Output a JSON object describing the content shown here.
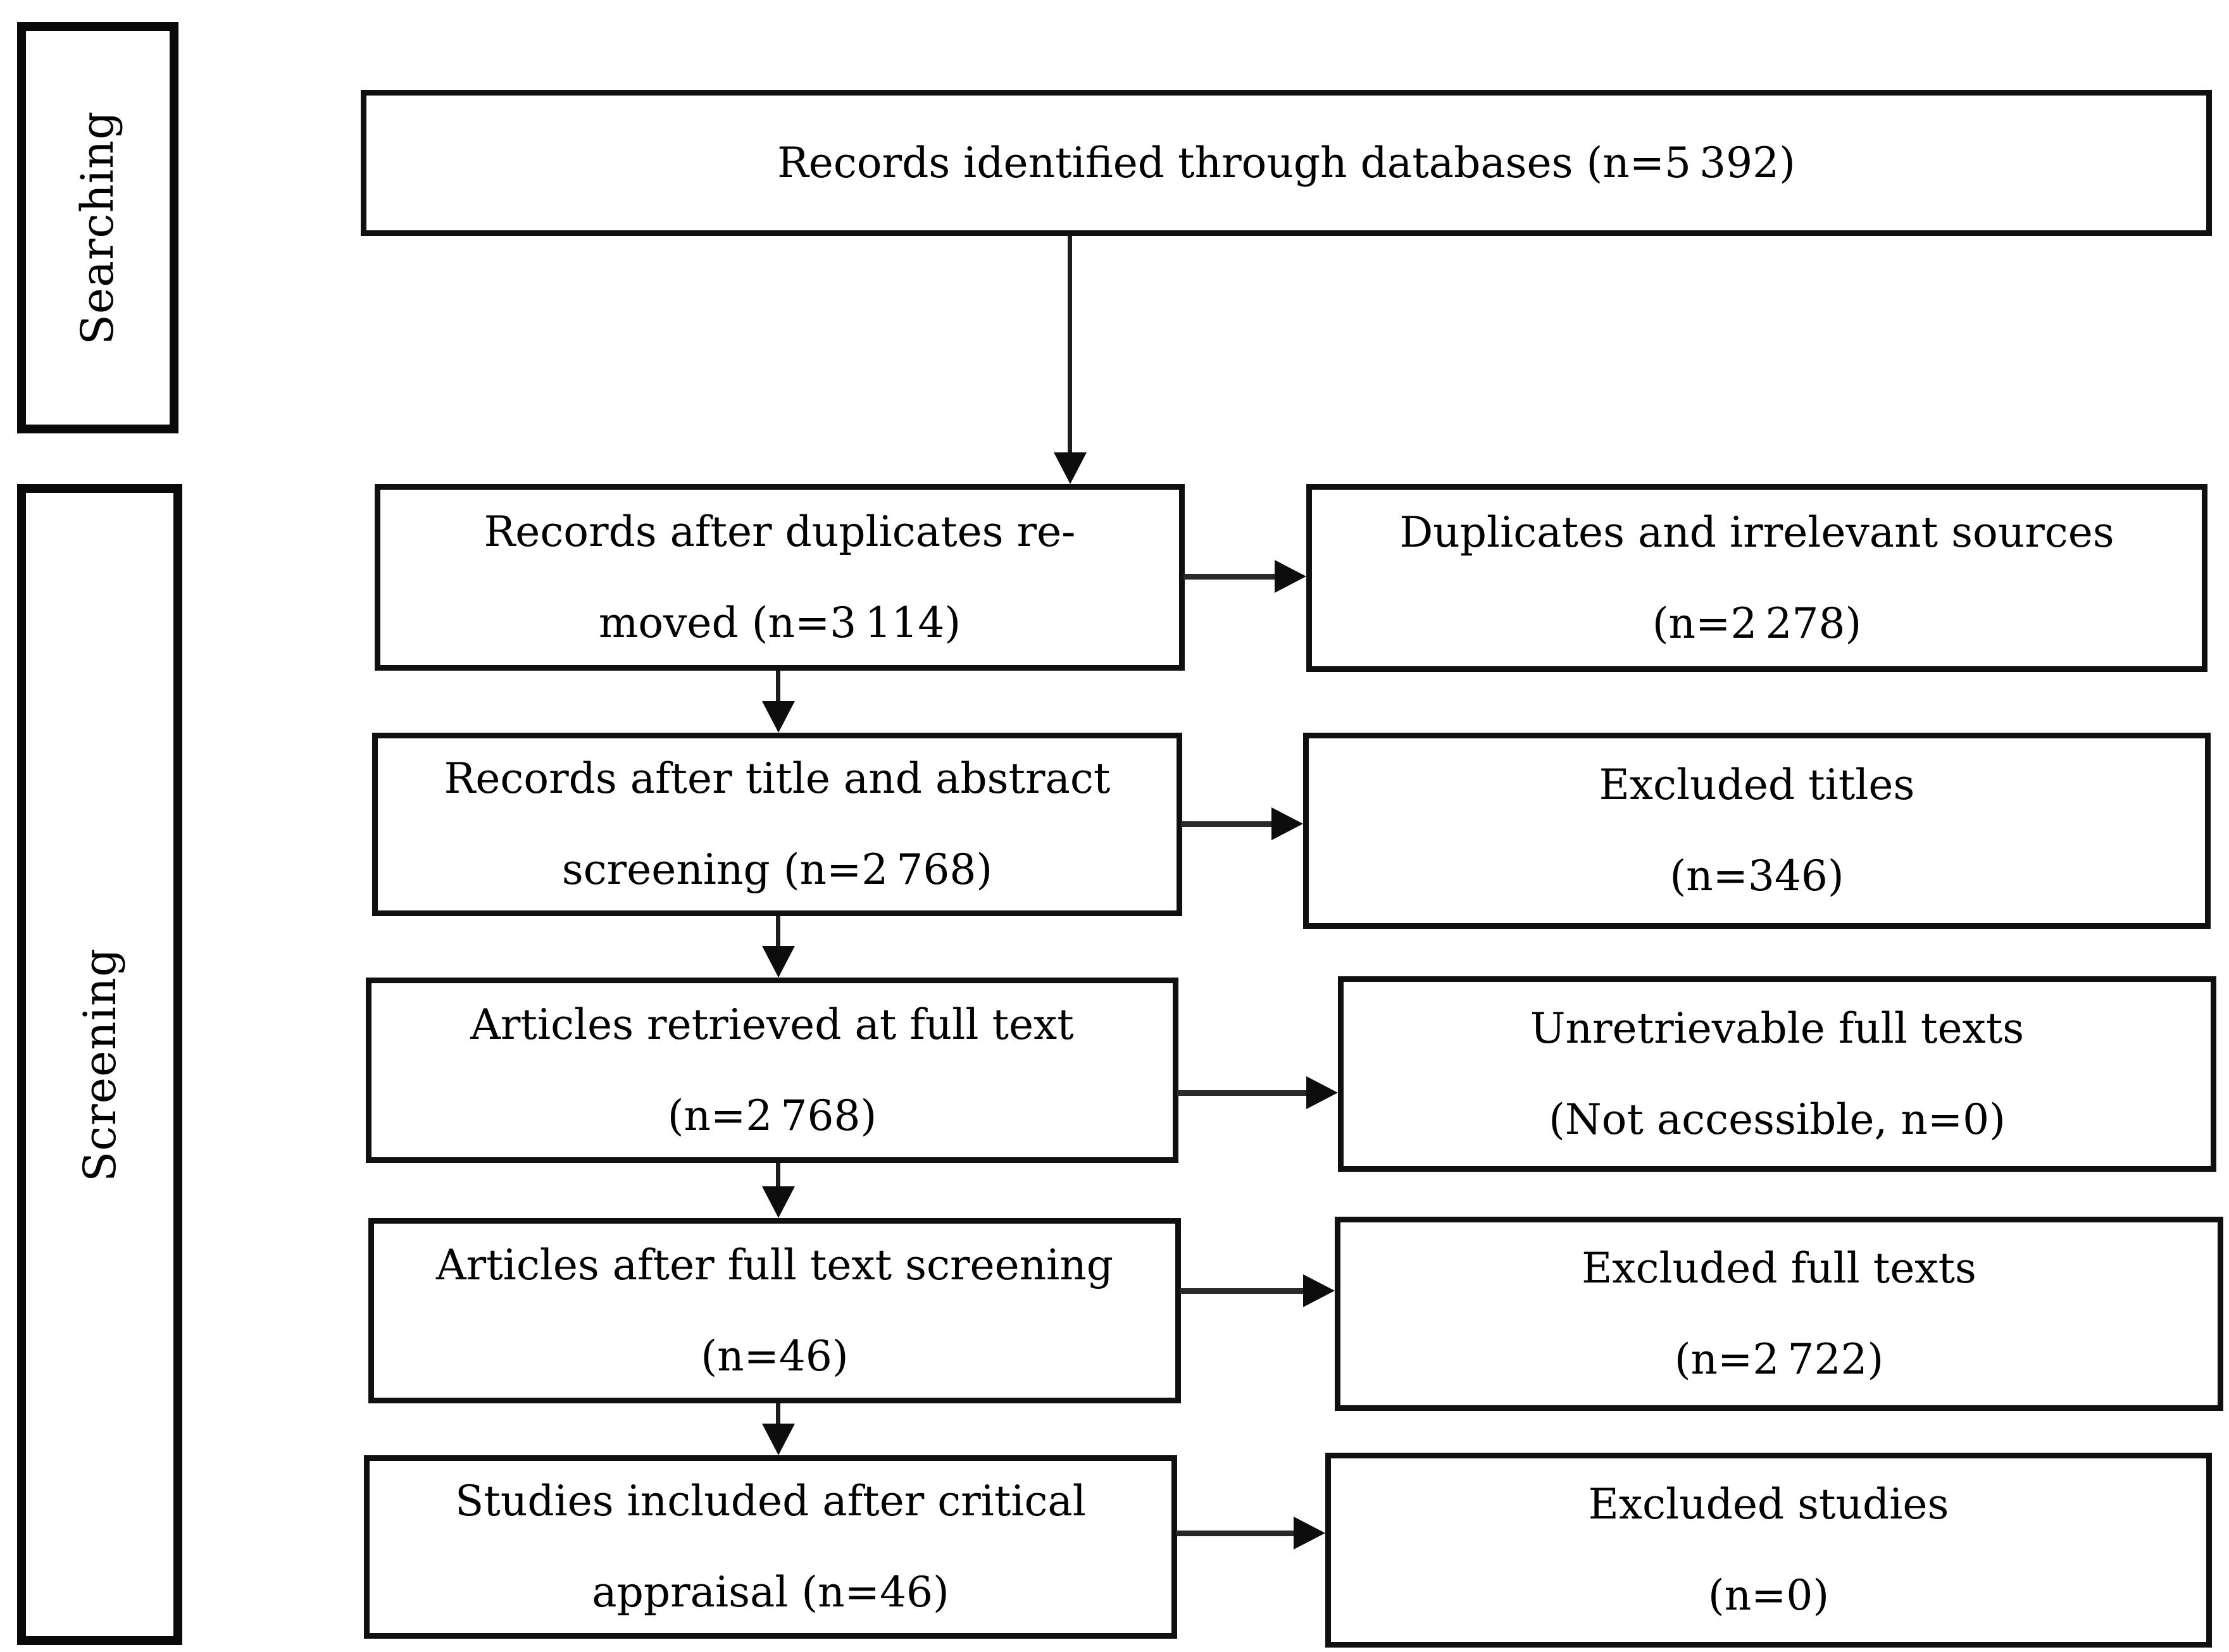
{
  "figure": {
    "stages": [
      {
        "label": "Searching"
      },
      {
        "label": "Screening"
      }
    ],
    "flow": [
      {
        "lines": [
          "Records identified through databases (n=5 392)"
        ]
      },
      {
        "lines": [
          "Records after duplicates re-",
          "moved (n=3 114)"
        ]
      },
      {
        "lines": [
          "Records after title and abstract",
          "screening (n=2 768)"
        ]
      },
      {
        "lines": [
          "Articles retrieved at full text",
          "(n=2 768)"
        ]
      },
      {
        "lines": [
          "Articles after full text screening",
          "(n=46)"
        ]
      },
      {
        "lines": [
          "Studies included after critical",
          "appraisal (n=46)"
        ]
      }
    ],
    "exclusions": [
      {
        "lines": [
          "Duplicates and irrelevant sources",
          "(n=2 278)"
        ]
      },
      {
        "lines": [
          "Excluded titles",
          "(n=346)"
        ]
      },
      {
        "lines": [
          "Unretrievable full texts",
          "(Not accessible, n=0)"
        ]
      },
      {
        "lines": [
          "Excluded full texts",
          "(n=2 722)"
        ]
      },
      {
        "lines": [
          "Excluded studies",
          "(n=0)"
        ]
      }
    ],
    "colors": {
      "border": "#101010",
      "line": "#1d1d1d",
      "background": "#ffffff",
      "text": "#000000"
    }
  }
}
